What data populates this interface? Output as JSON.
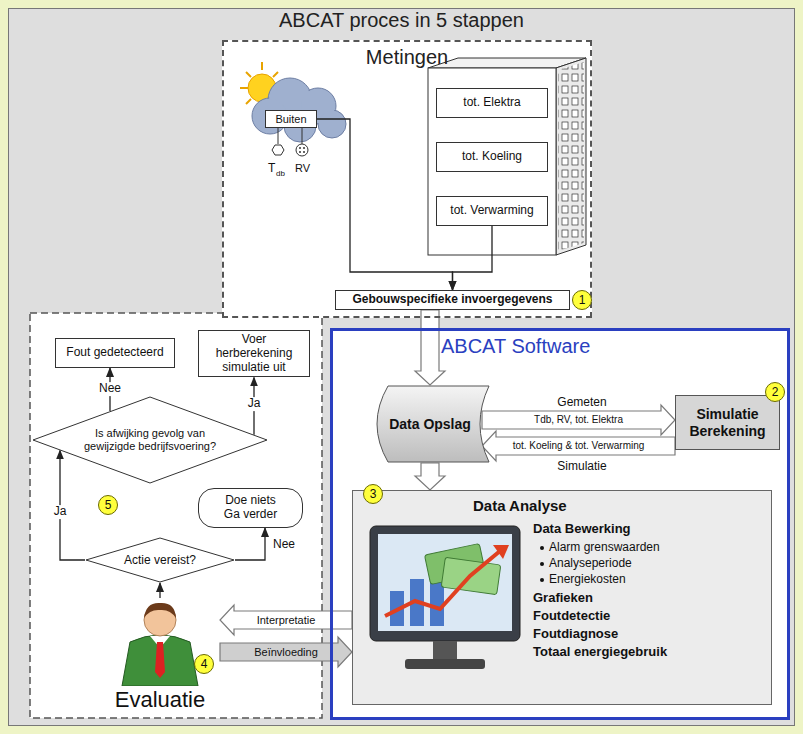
{
  "diagram": {
    "title": "ABCAT proces in 5 stappen",
    "nodes": [
      {
        "text": [
          "Metingen"
        ]
      },
      {
        "text": [
          "Buiten"
        ],
        "in": 0
      },
      {
        "text": [
          "tot. Elektra"
        ],
        "in": 0
      },
      {
        "text": [
          "tot. Koeling"
        ],
        "in": 0
      },
      {
        "text": [
          "tot. Verwarming"
        ],
        "in": 0
      },
      {
        "text": [
          "Gebouwspecifieke invoergegevens"
        ],
        "in": 0
      },
      {
        "text": [
          "ABCAT Software"
        ]
      },
      {
        "text": [
          "Data Opslag"
        ],
        "in": 6
      },
      {
        "text": [
          "Simulatie Berekening"
        ],
        "in": 6
      },
      {
        "text": [
          "Data Analyse",
          "Data Bewerking",
          "Alarm grenswaarden",
          "Analyseperiode",
          "Energiekosten",
          "Grafieken",
          "Foutdetectie",
          "Foutdiagnose",
          "Totaal energiegebruik"
        ],
        "in": 6
      },
      {
        "text": [
          "Fout gedetecteerd"
        ]
      },
      {
        "text": [
          "Voer herberekening simulatie uit"
        ]
      },
      {
        "text": [
          "Is afwijking gevolg van gewijzigde bedrijfsvoering?"
        ]
      },
      {
        "text": [
          "Doe niets Ga verder"
        ]
      },
      {
        "text": [
          "Actie vereist?"
        ]
      },
      {
        "text": [
          "Evaluatie"
        ]
      }
    ],
    "edges": [
      {
        "from": 1,
        "to": 5,
        "arrow": "to"
      },
      {
        "from": 4,
        "to": 5,
        "arrow": "to"
      },
      {
        "from": 5,
        "to": 7,
        "arrow": "to"
      },
      {
        "from": 7,
        "to": 8,
        "label": "Tdb, RV, tot. Elektra",
        "arrow": "to"
      },
      {
        "from": 8,
        "to": 7,
        "label": "tot. Koeling & tot. Verwarming",
        "arrow": "to"
      },
      {
        "from": 7,
        "to": 9,
        "arrow": "to"
      },
      {
        "from": 9,
        "to": 15,
        "label": "Interpretatie",
        "arrow": "to"
      },
      {
        "from": 15,
        "to": 9,
        "label": "Beïnvloeding",
        "arrow": "to"
      },
      {
        "from": 15,
        "to": 14,
        "arrow": "to"
      },
      {
        "from": 14,
        "to": 12,
        "label": "Ja",
        "arrow": "to"
      },
      {
        "from": 14,
        "to": 13,
        "label": "Nee",
        "arrow": "to"
      },
      {
        "from": 12,
        "to": 10,
        "label": "Nee",
        "arrow": "to"
      },
      {
        "from": 12,
        "to": 11,
        "label": "Ja",
        "arrow": "to"
      }
    ],
    "labels": [
      "T",
      "db",
      "RV",
      "1",
      "Gemeten",
      "2",
      "Simulatie",
      "3",
      "5",
      "4"
    ]
  }
}
